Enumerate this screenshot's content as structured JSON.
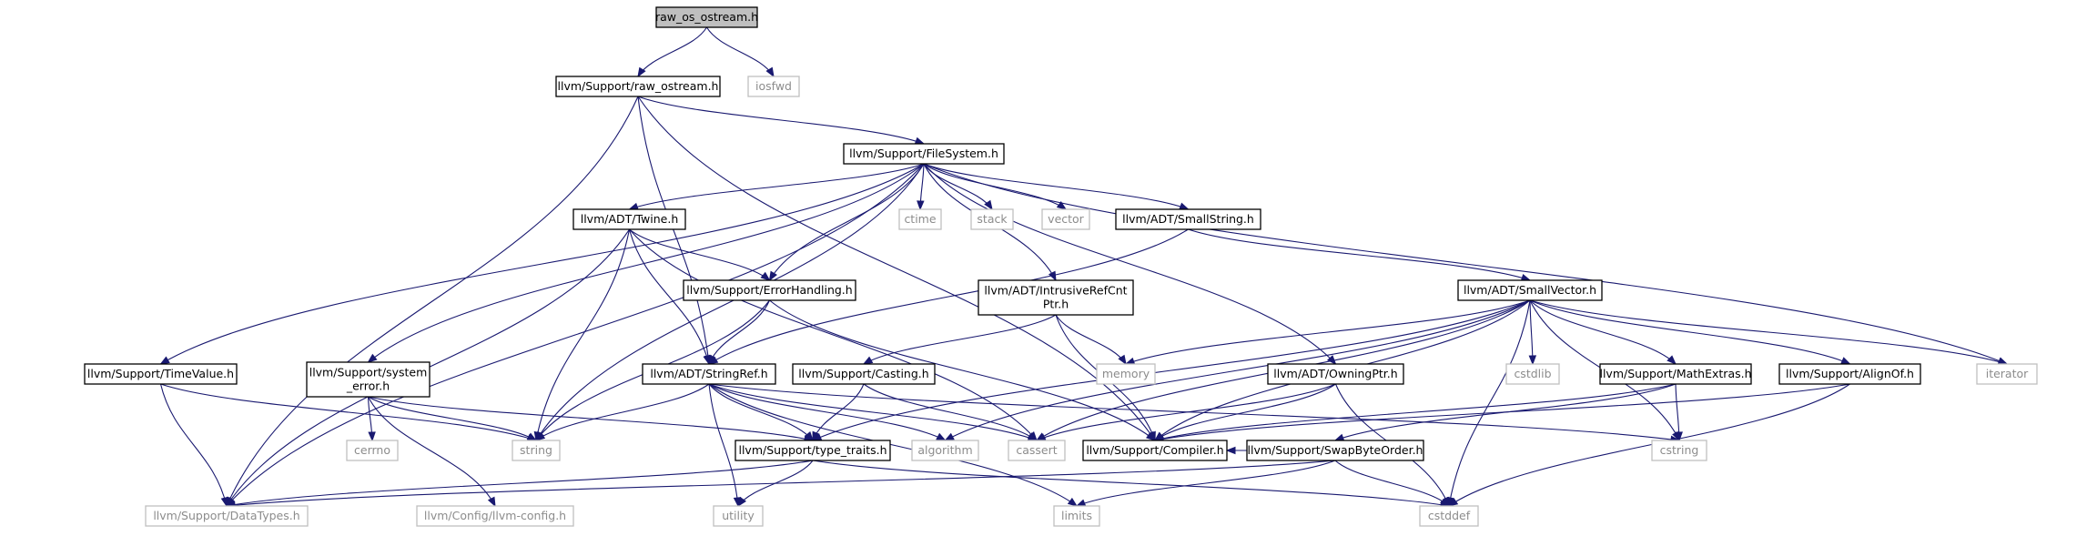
{
  "colors": {
    "edge": "#191970",
    "root_fill": "#bfbfbf",
    "internal_border": "#000000",
    "external_border": "#bfbfbf",
    "external_text": "#8c8c8c"
  },
  "nodes": [
    {
      "id": "root",
      "lines": [
        "raw_os_ostream.h"
      ],
      "kind": "root"
    },
    {
      "id": "raw_ostream",
      "lines": [
        "llvm/Support/raw_ostream.h"
      ],
      "kind": "internal"
    },
    {
      "id": "iosfwd",
      "lines": [
        "iosfwd"
      ],
      "kind": "external"
    },
    {
      "id": "filesystem",
      "lines": [
        "llvm/Support/FileSystem.h"
      ],
      "kind": "internal"
    },
    {
      "id": "twine",
      "lines": [
        "llvm/ADT/Twine.h"
      ],
      "kind": "internal"
    },
    {
      "id": "ctime",
      "lines": [
        "ctime"
      ],
      "kind": "external"
    },
    {
      "id": "stack",
      "lines": [
        "stack"
      ],
      "kind": "external"
    },
    {
      "id": "vector",
      "lines": [
        "vector"
      ],
      "kind": "external"
    },
    {
      "id": "smallstring",
      "lines": [
        "llvm/ADT/SmallString.h"
      ],
      "kind": "internal"
    },
    {
      "id": "errorhandling",
      "lines": [
        "llvm/Support/ErrorHandling.h"
      ],
      "kind": "internal"
    },
    {
      "id": "intrusive",
      "lines": [
        "llvm/ADT/IntrusiveRefCnt",
        "Ptr.h"
      ],
      "kind": "internal"
    },
    {
      "id": "smallvector",
      "lines": [
        "llvm/ADT/SmallVector.h"
      ],
      "kind": "internal"
    },
    {
      "id": "timevalue",
      "lines": [
        "llvm/Support/TimeValue.h"
      ],
      "kind": "internal"
    },
    {
      "id": "systemerror",
      "lines": [
        "llvm/Support/system",
        "_error.h"
      ],
      "kind": "internal"
    },
    {
      "id": "stringref",
      "lines": [
        "llvm/ADT/StringRef.h"
      ],
      "kind": "internal"
    },
    {
      "id": "casting",
      "lines": [
        "llvm/Support/Casting.h"
      ],
      "kind": "internal"
    },
    {
      "id": "memory",
      "lines": [
        "memory"
      ],
      "kind": "external"
    },
    {
      "id": "owningptr",
      "lines": [
        "llvm/ADT/OwningPtr.h"
      ],
      "kind": "internal"
    },
    {
      "id": "cstdlib",
      "lines": [
        "cstdlib"
      ],
      "kind": "external"
    },
    {
      "id": "mathextras",
      "lines": [
        "llvm/Support/MathExtras.h"
      ],
      "kind": "internal"
    },
    {
      "id": "alignof",
      "lines": [
        "llvm/Support/AlignOf.h"
      ],
      "kind": "internal"
    },
    {
      "id": "iterator",
      "lines": [
        "iterator"
      ],
      "kind": "external"
    },
    {
      "id": "cerrno",
      "lines": [
        "cerrno"
      ],
      "kind": "external"
    },
    {
      "id": "string",
      "lines": [
        "string"
      ],
      "kind": "external"
    },
    {
      "id": "typetraits",
      "lines": [
        "llvm/Support/type_traits.h"
      ],
      "kind": "internal"
    },
    {
      "id": "algorithm",
      "lines": [
        "algorithm"
      ],
      "kind": "external"
    },
    {
      "id": "cassert",
      "lines": [
        "cassert"
      ],
      "kind": "external"
    },
    {
      "id": "compiler",
      "lines": [
        "llvm/Support/Compiler.h"
      ],
      "kind": "internal"
    },
    {
      "id": "swapbyteorder",
      "lines": [
        "llvm/Support/SwapByteOrder.h"
      ],
      "kind": "internal"
    },
    {
      "id": "cstring",
      "lines": [
        "cstring"
      ],
      "kind": "external"
    },
    {
      "id": "datatypes",
      "lines": [
        "llvm/Support/DataTypes.h"
      ],
      "kind": "external"
    },
    {
      "id": "llvmconfig",
      "lines": [
        "llvm/Config/llvm-config.h"
      ],
      "kind": "external"
    },
    {
      "id": "utility",
      "lines": [
        "utility"
      ],
      "kind": "external"
    },
    {
      "id": "limits",
      "lines": [
        "limits"
      ],
      "kind": "external"
    },
    {
      "id": "cstddef",
      "lines": [
        "cstddef"
      ],
      "kind": "external"
    }
  ],
  "edges": [
    [
      "root",
      "raw_ostream"
    ],
    [
      "root",
      "iosfwd"
    ],
    [
      "raw_ostream",
      "filesystem"
    ],
    [
      "raw_ostream",
      "datatypes"
    ],
    [
      "raw_ostream",
      "compiler"
    ],
    [
      "raw_ostream",
      "stringref"
    ],
    [
      "filesystem",
      "twine"
    ],
    [
      "filesystem",
      "ctime"
    ],
    [
      "filesystem",
      "stack"
    ],
    [
      "filesystem",
      "vector"
    ],
    [
      "filesystem",
      "smallstring"
    ],
    [
      "filesystem",
      "errorhandling"
    ],
    [
      "filesystem",
      "intrusive"
    ],
    [
      "filesystem",
      "timevalue"
    ],
    [
      "filesystem",
      "systemerror"
    ],
    [
      "filesystem",
      "owningptr"
    ],
    [
      "filesystem",
      "string"
    ],
    [
      "filesystem",
      "datatypes"
    ],
    [
      "filesystem",
      "iterator"
    ],
    [
      "twine",
      "errorhandling"
    ],
    [
      "twine",
      "stringref"
    ],
    [
      "twine",
      "string"
    ],
    [
      "twine",
      "datatypes"
    ],
    [
      "twine",
      "cassert"
    ],
    [
      "smallstring",
      "smallvector"
    ],
    [
      "smallstring",
      "stringref"
    ],
    [
      "errorhandling",
      "stringref"
    ],
    [
      "errorhandling",
      "compiler"
    ],
    [
      "errorhandling",
      "string"
    ],
    [
      "intrusive",
      "casting"
    ],
    [
      "intrusive",
      "memory"
    ],
    [
      "intrusive",
      "compiler"
    ],
    [
      "smallvector",
      "alignof"
    ],
    [
      "smallvector",
      "mathextras"
    ],
    [
      "smallvector",
      "typetraits"
    ],
    [
      "smallvector",
      "algorithm"
    ],
    [
      "smallvector",
      "cassert"
    ],
    [
      "smallvector",
      "cstddef"
    ],
    [
      "smallvector",
      "cstdlib"
    ],
    [
      "smallvector",
      "cstring"
    ],
    [
      "smallvector",
      "iterator"
    ],
    [
      "smallvector",
      "memory"
    ],
    [
      "smallvector",
      "compiler"
    ],
    [
      "timevalue",
      "datatypes"
    ],
    [
      "timevalue",
      "string"
    ],
    [
      "systemerror",
      "llvmconfig"
    ],
    [
      "systemerror",
      "cerrno"
    ],
    [
      "systemerror",
      "string"
    ],
    [
      "systemerror",
      "typetraits"
    ],
    [
      "stringref",
      "typetraits"
    ],
    [
      "stringref",
      "algorithm"
    ],
    [
      "stringref",
      "cassert"
    ],
    [
      "stringref",
      "cstring"
    ],
    [
      "stringref",
      "limits"
    ],
    [
      "stringref",
      "string"
    ],
    [
      "stringref",
      "utility"
    ],
    [
      "casting",
      "typetraits"
    ],
    [
      "casting",
      "cassert"
    ],
    [
      "owningptr",
      "compiler"
    ],
    [
      "owningptr",
      "cassert"
    ],
    [
      "owningptr",
      "cstddef"
    ],
    [
      "mathextras",
      "swapbyteorder"
    ],
    [
      "mathextras",
      "compiler"
    ],
    [
      "mathextras",
      "cstring"
    ],
    [
      "alignof",
      "compiler"
    ],
    [
      "alignof",
      "cstddef"
    ],
    [
      "typetraits",
      "datatypes"
    ],
    [
      "typetraits",
      "cstddef"
    ],
    [
      "typetraits",
      "utility"
    ],
    [
      "swapbyteorder",
      "compiler"
    ],
    [
      "swapbyteorder",
      "datatypes"
    ],
    [
      "swapbyteorder",
      "cstddef"
    ],
    [
      "swapbyteorder",
      "limits"
    ]
  ]
}
